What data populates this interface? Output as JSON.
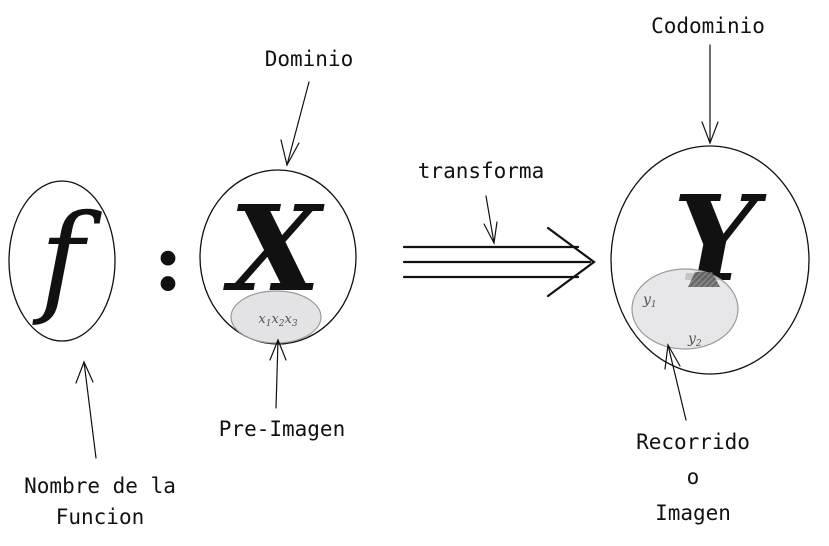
{
  "labels": {
    "dominio": "Dominio",
    "codominio": "Codominio",
    "transforma": "transforma",
    "pre_imagen": "Pre-Imagen",
    "nombre_line1": "Nombre de la",
    "nombre_line2": "Funcion",
    "recorrido_line1": "Recorrido",
    "recorrido_line2": "o",
    "recorrido_line3": "Imagen"
  },
  "symbols": {
    "function": "f",
    "colon": ":",
    "domain_set": "X",
    "codomain_set": "Y"
  },
  "preimage_elements": [
    "x",
    "1",
    "x",
    "2",
    "x",
    "3"
  ],
  "image_elements": {
    "y1_base": "y",
    "y1_sub": "1",
    "y2_base": "y",
    "y2_sub": "2"
  },
  "colors": {
    "stroke": "#111111",
    "subset_fill": "#e3e3e6",
    "subset_stroke": "#9a9a9a"
  }
}
